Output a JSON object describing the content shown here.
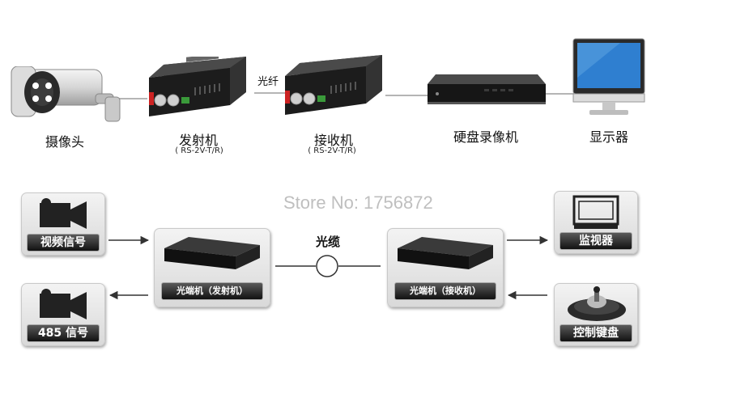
{
  "top_row": {
    "camera": {
      "label": "摄像头",
      "icon": "security-camera-icon"
    },
    "transmitter": {
      "label": "发射机",
      "model": "( RS-2V-T/R)",
      "icon": "fiber-transceiver-icon"
    },
    "fiber_link": {
      "label": "光纤"
    },
    "receiver": {
      "label": "接收机",
      "model": "( RS-2V-T/R)",
      "icon": "fiber-transceiver-icon"
    },
    "dvr": {
      "label": "硬盘录像机",
      "icon": "dvr-icon"
    },
    "monitor": {
      "label": "显示器",
      "icon": "monitor-icon"
    }
  },
  "watermark": {
    "text": "Store No: 1756872"
  },
  "bottom_diagram": {
    "video_signal": {
      "label": "视频信号",
      "icon": "video-camera-icon"
    },
    "signal_485": {
      "label": "485 信号",
      "icon": "video-camera-icon"
    },
    "transmitter_box": {
      "label": "光端机（发射机）",
      "icon": "optical-terminal-icon"
    },
    "cable": {
      "label": "光缆"
    },
    "receiver_box": {
      "label": "光端机（接收机）",
      "icon": "optical-terminal-icon"
    },
    "monitor": {
      "label": "监视器",
      "icon": "monitor-icon"
    },
    "keyboard": {
      "label": "控制键盘",
      "icon": "ptz-joystick-icon"
    }
  }
}
